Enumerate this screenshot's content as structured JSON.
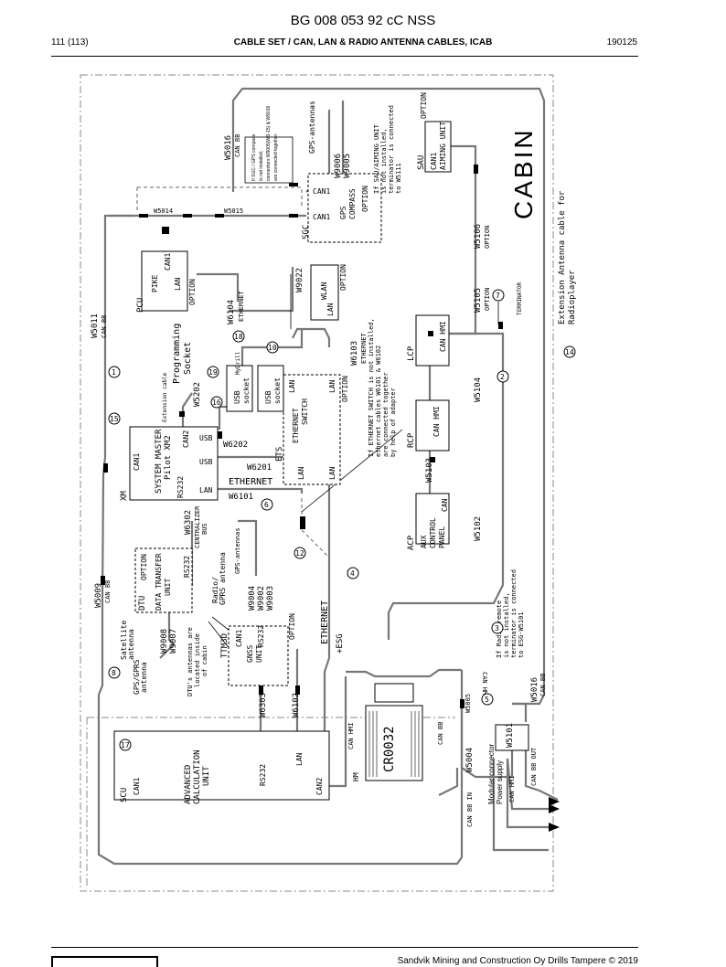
{
  "header": {
    "doc_id": "BG 008 053 92 cC NSS",
    "page": "111 (113)",
    "title": "CABLE SET / CAN, LAN & RADIO ANTENNA CABLES, ICAB",
    "date": "190125"
  },
  "footer": {
    "text": "Sandvik Mining and Construction Oy Drills Tampere © 2019"
  },
  "diagram": {
    "cabin": "CABIN",
    "extension_note": [
      "Extension Antenna cable for",
      "Radioplayer"
    ],
    "units": {
      "sgc": {
        "code": "SGC",
        "name": [
          "GPS",
          "COMPASS"
        ],
        "option": "OPTION",
        "ports": [
          "CAN1",
          "CAN1"
        ]
      },
      "sau": {
        "code": "SAU",
        "name": [
          "CAN1",
          "AIMING UNIT"
        ],
        "option": "OPTION"
      },
      "pcu": {
        "code": "PCU",
        "name": "PIKE",
        "option": "OPTION",
        "ports": [
          "CAN1",
          "LAN"
        ]
      },
      "wlan": {
        "name": "WLAN",
        "option": "OPTION",
        "port": "LAN"
      },
      "lcp": {
        "code": "LCP",
        "port": "CAN HMI"
      },
      "rcp": {
        "code": "RCP",
        "port": "CAN HMI"
      },
      "acp": {
        "code": "ACP",
        "name": [
          "AUX",
          "CONTROL",
          "PANEL"
        ],
        "port": "CAN"
      },
      "ets": {
        "code": "ETS",
        "name": [
          "ETHERNET",
          "SWITCH"
        ],
        "option": "OPTION",
        "ports": [
          "LAN",
          "LAN",
          "LAN",
          "LAN"
        ]
      },
      "xm": {
        "code": "XM",
        "name": [
          "SYSTEM MASTER",
          "Pilot XM2"
        ],
        "ports": [
          "CAN1",
          "CAN2",
          "USB",
          "USB",
          "RS232",
          "LAN"
        ]
      },
      "dtu": {
        "code": "DTU",
        "name": [
          "DATA TRANSFER",
          "UNIT"
        ],
        "option": "OPTION",
        "port": "RS232"
      },
      "ttm3d": {
        "code": "TTM3D",
        "name": [
          "GNSS",
          "UNIT"
        ],
        "option": "OPTION",
        "ports": [
          "CAN1",
          "RS232"
        ]
      },
      "scu": {
        "code": "SCU",
        "name": [
          "ADVANCED",
          "CALCULATION",
          "UNIT"
        ],
        "ports": [
          "CAN1",
          "RS232",
          "LAN",
          "CAN2"
        ]
      },
      "cr": {
        "code": "CR0032",
        "port": "HM"
      },
      "usb1": {
        "name": [
          "USB",
          "socket"
        ],
        "label": "MyDrill"
      },
      "usb2": {
        "name": [
          "USB",
          "socket"
        ]
      }
    },
    "cables": {
      "w5016a": "W5016",
      "w5016a_sub": "CAN BB",
      "w5016b": "W5016",
      "w5016b_sub": "CAN BB",
      "w9006": "W9006",
      "w9005": "W9005",
      "w5014": "W5014",
      "w5015": "W5015",
      "w5011": "W5011",
      "w5011_sub": "CAN BB",
      "w5106": "W5106",
      "w5106_sub": "OPTION",
      "w5105": "W5105",
      "w5105_sub": "OPTION",
      "w9022": "W9022",
      "w6104": "W6104",
      "w6104_sub": "ETHERNET",
      "w6103": "W6103",
      "w6103_sub": "ETHERNET",
      "w5104": "W5104",
      "w5103": "W5103",
      "w5102": "W5102",
      "w5202": "W5202",
      "w5202_sub": [
        "Programming",
        "Socket"
      ],
      "w6202": "W6202",
      "w6201": "W6201",
      "w6101": "W6101",
      "w6101_sub": "ETHERNET",
      "w6302": "W6302",
      "w6302_sub": [
        "CENTRALIZER",
        "BUS"
      ],
      "w9004": "W9004",
      "w9002": "W9002",
      "w9003": "W9003",
      "w5009": "W5009",
      "w5009_sub": "CAN BB",
      "w9008": "W9008",
      "w9007": "W9007",
      "w6303": "W6303",
      "w6102": "W6102",
      "ethernet_main": "ETHERNET",
      "esg": "+ESG",
      "w5005": "W5005",
      "w5004": "W5004",
      "w5101": "W5101"
    },
    "notes": {
      "sgc": [
        "If SGC / GPS compass",
        "is not installed,",
        "connectors W9005(WS-15) & W9016",
        "are connected together"
      ],
      "sau": [
        "If SAU/AIMING UNIT",
        "is not installed,",
        "terminator is connected",
        "to W5111"
      ],
      "ets": [
        "If ETHERNET SWITCH is not installed,",
        "ethernet cables W6101 & W6102",
        "are connected together",
        "by help of adapter"
      ],
      "radio": [
        "If Radio remote",
        "is not installed,",
        "terminator is connected",
        "to ESG-W5101"
      ],
      "dtu_ant": [
        "DTU's antennas are",
        "located inside",
        "of cabin"
      ],
      "ext_cable": "Extension cable"
    },
    "labels": {
      "gps_antennas_top": "GPS-antennas",
      "gps_antennas_mid": "GPS-antennas",
      "radio_gprs": [
        "Radio/",
        "GPRS antenna"
      ],
      "satellite": [
        "Satellite",
        "antenna"
      ],
      "gps_gprs": [
        "GPS/GPRS",
        "antenna"
      ],
      "terminator": "TERMINATOR",
      "modular": [
        "Modular connector",
        "Power supply"
      ],
      "can_hmi_a": "CAN HMI",
      "can_hmi_b": "CAN HMI",
      "can_hmi_c": "CAN HMI",
      "can_bb_a": "CAN BB",
      "can_bb_out": "CAN BB OUT",
      "can_bb_in": "CAN BB IN"
    },
    "callouts": [
      "1",
      "2",
      "3",
      "4",
      "5",
      "6",
      "7",
      "8",
      "10",
      "12",
      "14",
      "15",
      "16",
      "17",
      "18",
      "19"
    ]
  }
}
